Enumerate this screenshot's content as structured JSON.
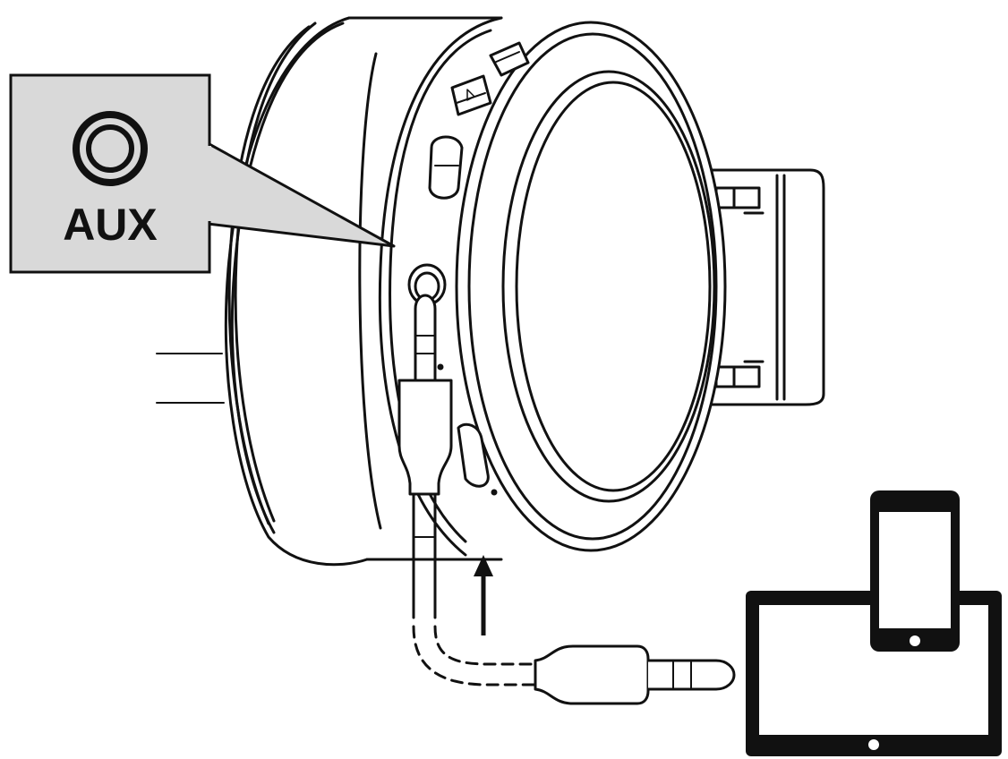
{
  "callout": {
    "label": "AUX",
    "icon": "audio-jack-icon",
    "fill_color": "#d9d9d9"
  },
  "colors": {
    "line": "#111111",
    "background": "#ffffff"
  },
  "devices": [
    "headphone-ear-cup",
    "audio-cable",
    "smartphone",
    "tablet"
  ]
}
